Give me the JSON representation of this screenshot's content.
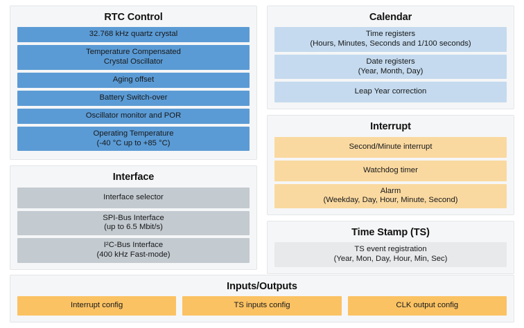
{
  "panels": {
    "rtc_control": {
      "title": "RTC Control",
      "color": "#5b9bd5",
      "rows": [
        {
          "line1": "32.768 kHz quartz crystal"
        },
        {
          "line1": "Temperature Compensated",
          "line2": "Crystal Oscillator"
        },
        {
          "line1": "Aging offset"
        },
        {
          "line1": "Battery Switch-over"
        },
        {
          "line1": "Oscillator monitor and POR"
        },
        {
          "line1": "Operating Temperature",
          "line2": "(-40 °C up to +85 °C)"
        }
      ]
    },
    "interface": {
      "title": "Interface",
      "color": "#c3cad0",
      "rows": [
        {
          "line1": "Interface selector"
        },
        {
          "line1": "SPI-Bus Interface",
          "line2": "(up to 6.5 Mbit/s)"
        },
        {
          "line1": "I²C-Bus Interface",
          "line2": "(400 kHz Fast-mode)"
        }
      ]
    },
    "calendar": {
      "title": "Calendar",
      "color": "#c5daee",
      "rows": [
        {
          "line1": "Time registers",
          "line2": "(Hours, Minutes, Seconds and 1/100 seconds)"
        },
        {
          "line1": "Date registers",
          "line2": "(Year, Month, Day)"
        },
        {
          "line1": "Leap Year correction"
        }
      ]
    },
    "interrupt": {
      "title": "Interrupt",
      "color": "#fad9a0",
      "rows": [
        {
          "line1": "Second/Minute interrupt"
        },
        {
          "line1": "Watchdog timer"
        },
        {
          "line1": "Alarm",
          "line2": "(Weekday, Day, Hour, Minute, Second)"
        }
      ]
    },
    "time_stamp": {
      "title": "Time Stamp (TS)",
      "color": "#e7e9eb",
      "rows": [
        {
          "line1": "TS event registration",
          "line2": "(Year, Mon, Day, Hour, Min, Sec)"
        }
      ]
    },
    "inputs_outputs": {
      "title": "Inputs/Outputs",
      "color": "#fbc263",
      "rows": [
        {
          "line1": "Interrupt config"
        },
        {
          "line1": "TS inputs config"
        },
        {
          "line1": "CLK output config"
        }
      ]
    }
  }
}
